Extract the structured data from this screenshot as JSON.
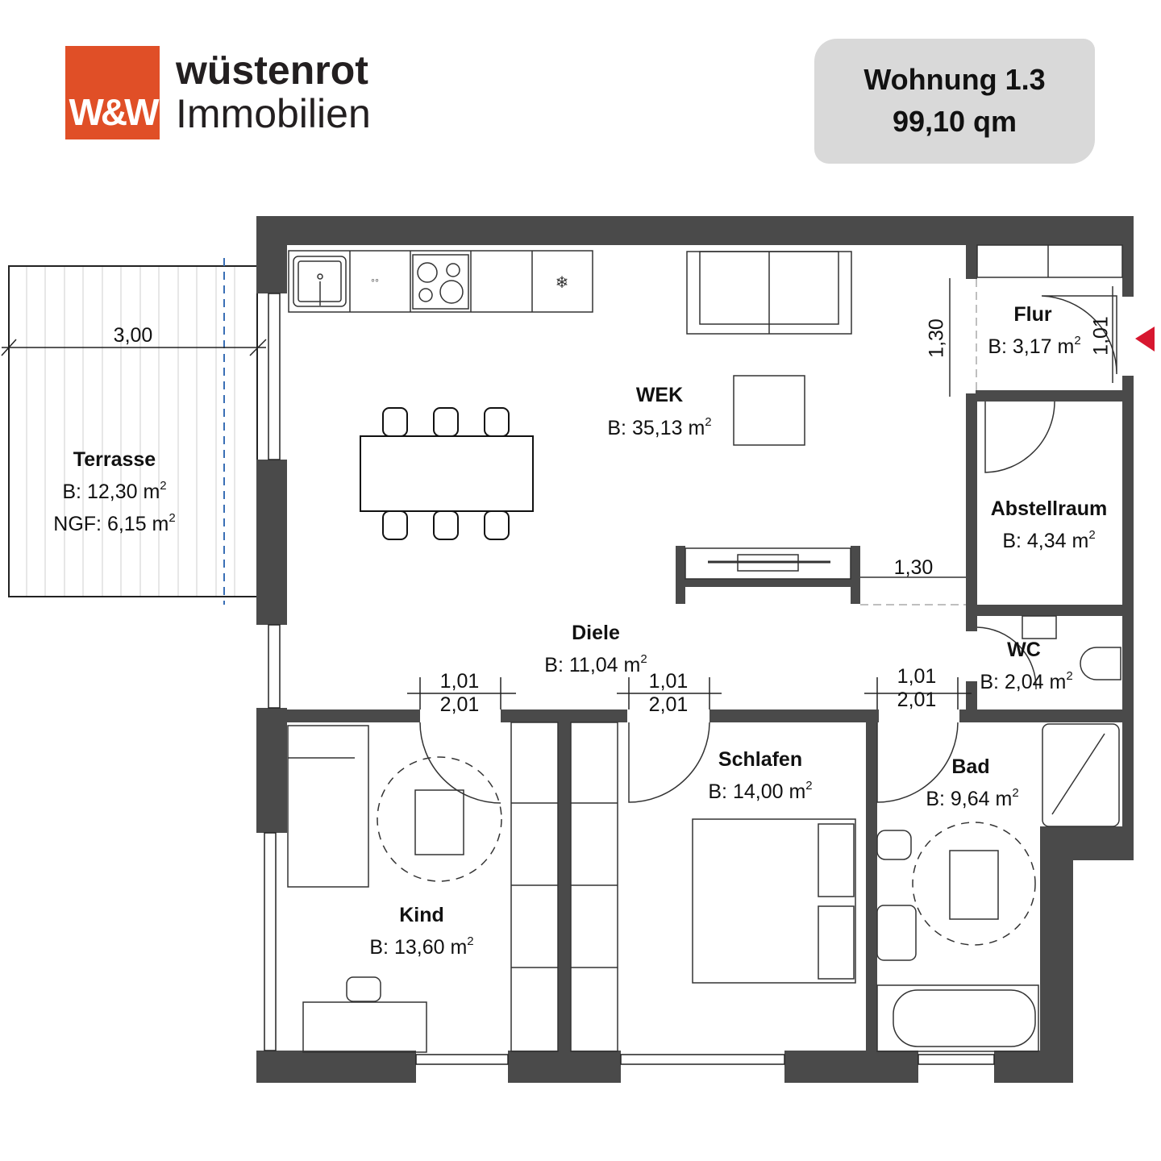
{
  "brand": {
    "logo_mark": "W&W",
    "name_line1": "wüstenrot",
    "name_line2": "Immobilien",
    "color": "#e04f27"
  },
  "badge": {
    "title": "Wohnung 1.3",
    "area": "99,10 qm",
    "bg_color": "#d9d9d9"
  },
  "rooms": [
    {
      "name": "Terrasse",
      "area": "B: 12,30 m",
      "extra": "NGF: 6,15 m"
    },
    {
      "name": "WEK",
      "area": "B: 35,13 m"
    },
    {
      "name": "Flur",
      "area": "B: 3,17 m"
    },
    {
      "name": "Abstellraum",
      "area": "B: 4,34 m"
    },
    {
      "name": "Diele",
      "area": "B: 11,04 m"
    },
    {
      "name": "WC",
      "area": "B: 2,04 m"
    },
    {
      "name": "Kind",
      "area": "B: 13,60 m"
    },
    {
      "name": "Schlafen",
      "area": "B: 14,00 m"
    },
    {
      "name": "Bad",
      "area": "B: 9,64 m"
    }
  ],
  "dimensions": {
    "terrace_width": "3,00",
    "flur_opening": "1,30",
    "entry_door": "1,01",
    "passage_width": "1,30",
    "door_kind_w": "1,01",
    "door_kind_h": "2,01",
    "door_schlafen_w": "1,01",
    "door_schlafen_h": "2,01",
    "door_bad_w": "1,01",
    "door_bad_h": "2,01"
  },
  "symbols": {
    "entrance_marker_color": "#d7172f",
    "wall_color": "#4a4a4a",
    "area_superscript": "2"
  }
}
